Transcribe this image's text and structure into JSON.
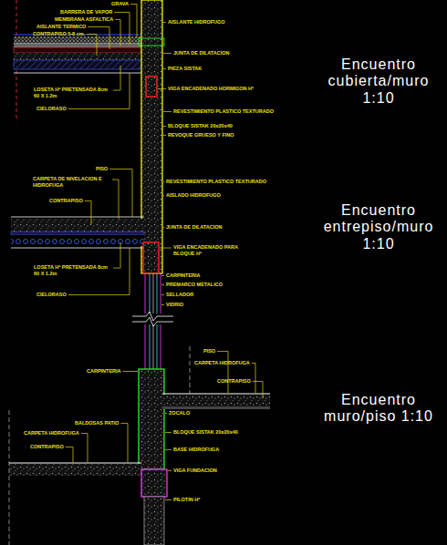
{
  "diagram": {
    "labels": [
      "GRAVA",
      "BARRERA DE VAPOR",
      "MEMBRANA ASFALTICA",
      "AISLANTE TERMICO",
      "CONTRAPISO 5-8 cm.",
      "LOSETA Hº PRETENSADA 8cm 60 X 1.2m",
      "CIELORASO",
      "AISLANTE HIDROFUGO",
      "JUNTA DE DILATACION",
      "PIEZA SISTAK",
      "VIGA ENCADENADO HORMIGON Hº",
      "REVESTIMIENTO PLASTICO TEXTURADO",
      "BLOQUE SISTAK 20x20x40",
      "REVOQUE GRUESO Y FINO",
      "Encuentro cubierta/muro 1:10",
      "PISO",
      "CARPETA DE NIVELACION E HIDROFUGA",
      "CONTRAPISO",
      "LOSETA Hº PRETENSADA 8cm 60 X 1.2m",
      "CIELORASO",
      "REVESTIMIENTO PLASTICO TEXTURADO",
      "AISLADO HIDROFUGO",
      "JUNTA DE DILATACION",
      "VIGA ENCADENADO PARA BLOQUE Hº",
      "CARPINTERIA",
      "PREMARCO METALICO",
      "SELLADOR",
      "VIDRIO",
      "Encuentro entrepiso/muro 1:10",
      "PISO",
      "CARPINTERIA",
      "CARPETA HIDROFUGA",
      "CONTRAPISO",
      "ZOCALO",
      "BLOQUE SISTAK 20x20x40",
      "BASE HIDROFUGA",
      "VIGA FUNDACION",
      "PILOTIN Hº",
      "BALDOSAS PATIO",
      "CARPETA HIDROFUGA",
      "CONTRAPISO",
      "Encuentro muro/piso 1:10"
    ]
  }
}
